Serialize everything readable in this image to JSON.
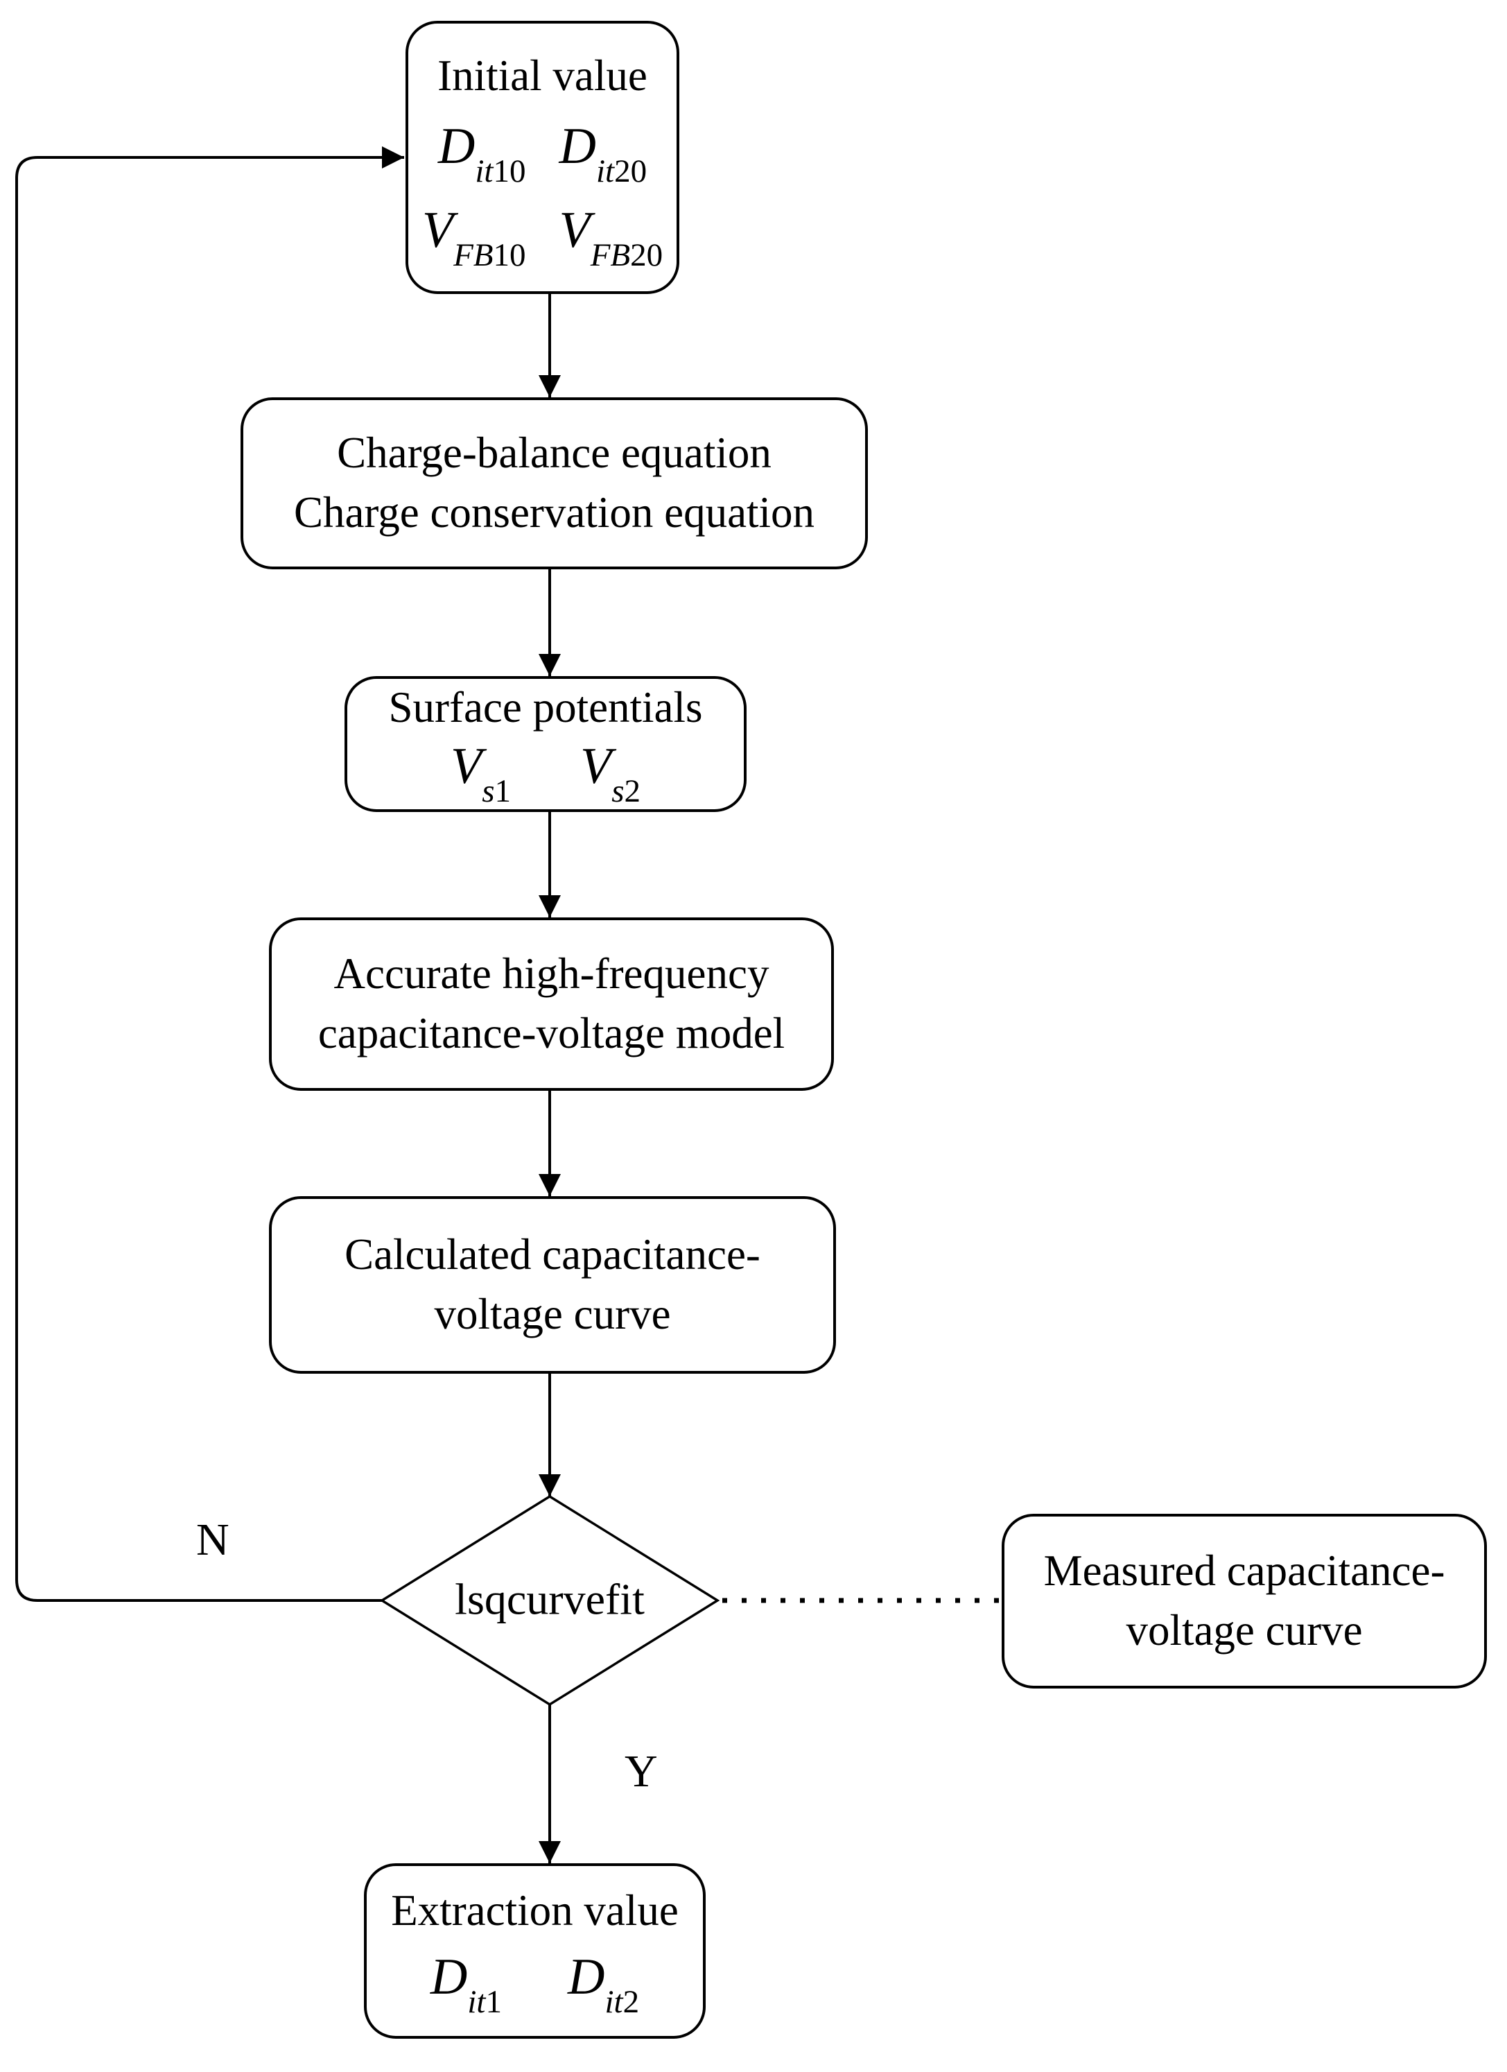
{
  "page": {
    "background": "#ffffff",
    "stroke_color": "#000000"
  },
  "flowchart": {
    "initial": {
      "title": "Initial value",
      "sym1": {
        "base": "D",
        "sub_i": "it",
        "sub_n": "10"
      },
      "sym2": {
        "base": "D",
        "sub_i": "it",
        "sub_n": "20"
      },
      "sym3": {
        "base": "V",
        "sub_i": "FB",
        "sub_n": "10"
      },
      "sym4": {
        "base": "V",
        "sub_i": "FB",
        "sub_n": "20"
      }
    },
    "charge_balance": {
      "line1": "Charge-balance equation",
      "line2": "Charge conservation equation"
    },
    "surface_potentials": {
      "title": "Surface potentials",
      "sym1": {
        "base": "V",
        "sub_i": "s",
        "sub_n": "1"
      },
      "sym2": {
        "base": "V",
        "sub_i": "s",
        "sub_n": "2"
      }
    },
    "cv_model": {
      "line1": "Accurate high-frequency",
      "line2": "capacitance-voltage model"
    },
    "calculated_curve": {
      "line1": "Calculated capacitance-",
      "line2": "voltage curve"
    },
    "decision": {
      "label": "lsqcurvefit"
    },
    "measured_curve": {
      "line1": "Measured capacitance-",
      "line2": "voltage curve"
    },
    "extraction": {
      "title": "Extraction value",
      "sym1": {
        "base": "D",
        "sub_i": "it",
        "sub_n": "1"
      },
      "sym2": {
        "base": "D",
        "sub_i": "it",
        "sub_n": "2"
      }
    },
    "branch_labels": {
      "no": "N",
      "yes": "Y"
    }
  }
}
